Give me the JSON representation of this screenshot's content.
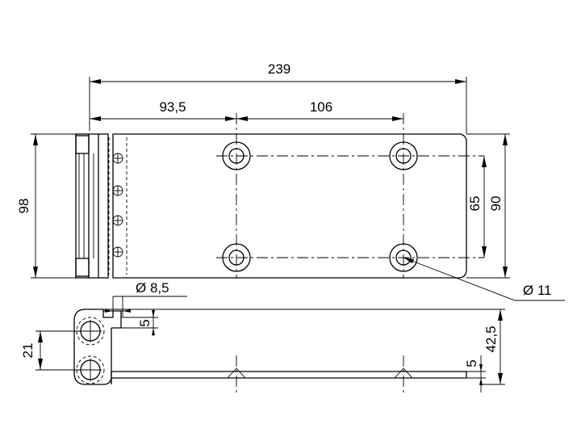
{
  "dimensions": {
    "overall_length": "239",
    "hole_offset": "93,5",
    "hole_spacing": "106",
    "overall_height": "98",
    "hole_row_spacing": "65",
    "inner_height": "90",
    "hole_diameter": "Ø 11",
    "pin_diameter": "Ø 8,5",
    "pin_offset": "5",
    "knuckle_offset": "21",
    "thickness": "5",
    "side_height": "42,5"
  }
}
